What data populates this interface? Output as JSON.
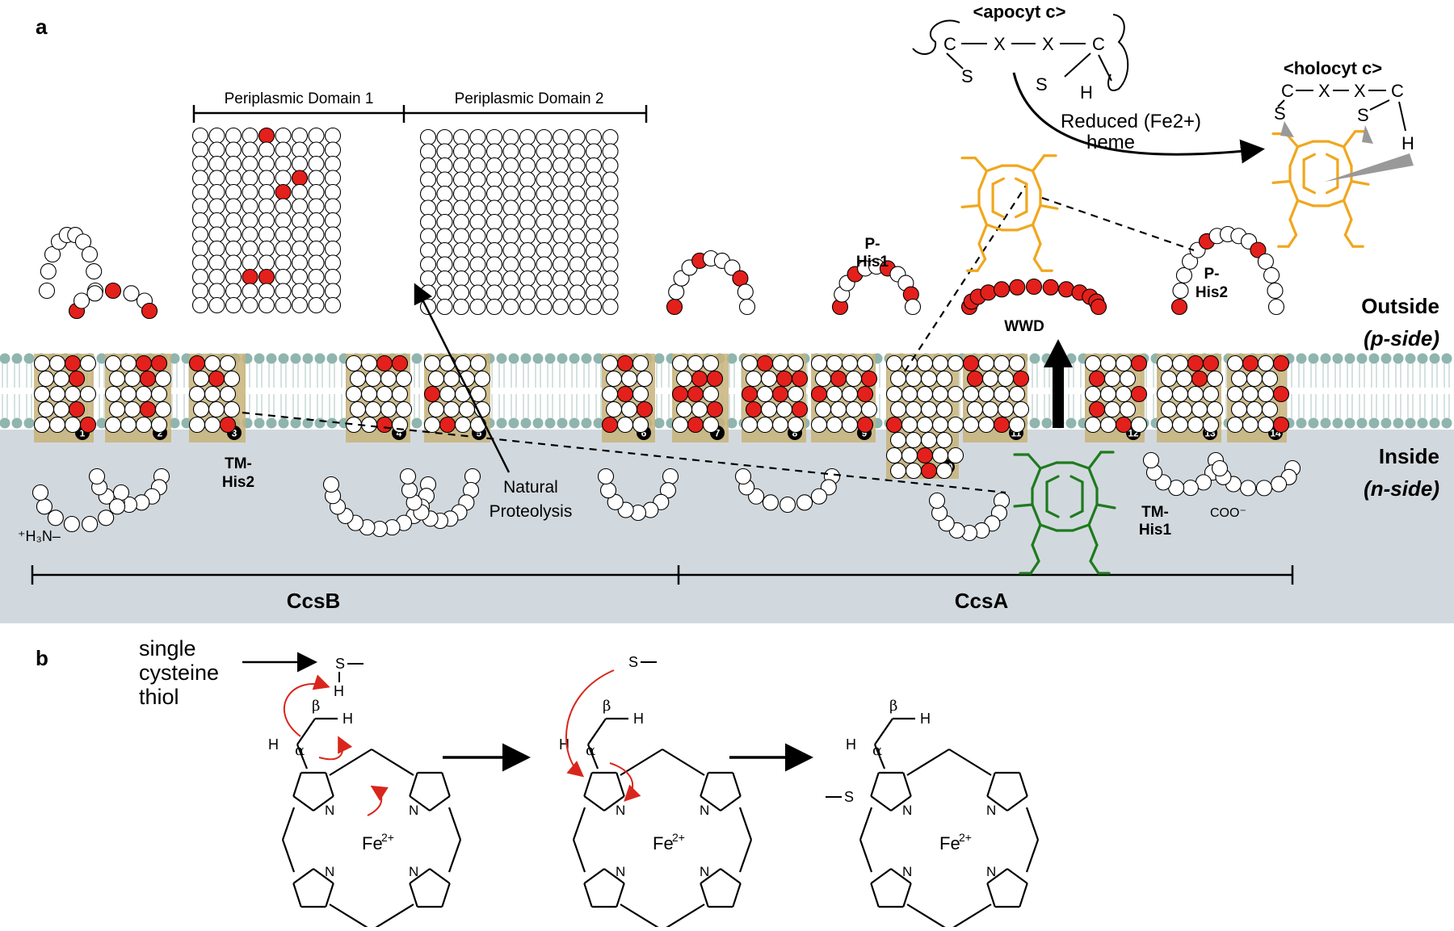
{
  "panels": {
    "a": "a",
    "b": "b"
  },
  "regions": {
    "outside_1": "Outside",
    "outside_2": "(p-side)",
    "inside_1": "Inside",
    "inside_2": "(n-side)"
  },
  "domains": {
    "periplasmic_1": "Periplasmic Domain 1",
    "periplasmic_2": "Periplasmic Domain 2"
  },
  "proteins": {
    "left": "CcsB",
    "right": "CcsA"
  },
  "labels": {
    "tm_his2_1": "TM-",
    "tm_his2_2": "His2",
    "tm_his1_1": "TM-",
    "tm_his1_2": "His1",
    "p_his1_1": "P-",
    "p_his1_2": "His1",
    "p_his2_1": "P-",
    "p_his2_2": "His2",
    "wwd": "WWD",
    "proteolysis_1": "Natural",
    "proteolysis_2": "Proteolysis",
    "n_terminus": "⁺H₃N–",
    "c_terminus": "COO⁻"
  },
  "helix_numbers": [
    "1",
    "2",
    "3",
    "4",
    "5",
    "6",
    "7",
    "8",
    "9",
    "10",
    "11",
    "12",
    "13",
    "14"
  ],
  "apocyt": {
    "title": "<apocyt c>",
    "chain_C1": "C",
    "chain_X1": "X",
    "chain_X2": "X",
    "chain_C2": "C",
    "S1": "S",
    "S2": "S",
    "H": "H"
  },
  "holocyt": {
    "title": "<holocyt c>",
    "chain_C1": "C",
    "chain_X1": "X",
    "chain_X2": "X",
    "chain_C2": "C",
    "S1": "S",
    "S2": "S",
    "H": "H"
  },
  "heme_arrow_1": "Reduced (Fe2+)",
  "heme_arrow_2": "heme",
  "mechanism": {
    "thiol_1": "single",
    "thiol_2": "cysteine",
    "thiol_3": "thiol",
    "S": "S",
    "H": "H",
    "alpha": "α",
    "beta": "β",
    "fe": "Fe",
    "fe_charge": "2+",
    "N": "N"
  },
  "colors": {
    "membrane_band": "#c8b37a",
    "lipid_head": "#8fb5ae",
    "cytoplasm": "#d2d9de",
    "heme_green": "#1f7a1f",
    "heme_orange": "#f0a71e",
    "highlight_residue": "#e3201b",
    "arrow_red": "#d9261c"
  }
}
